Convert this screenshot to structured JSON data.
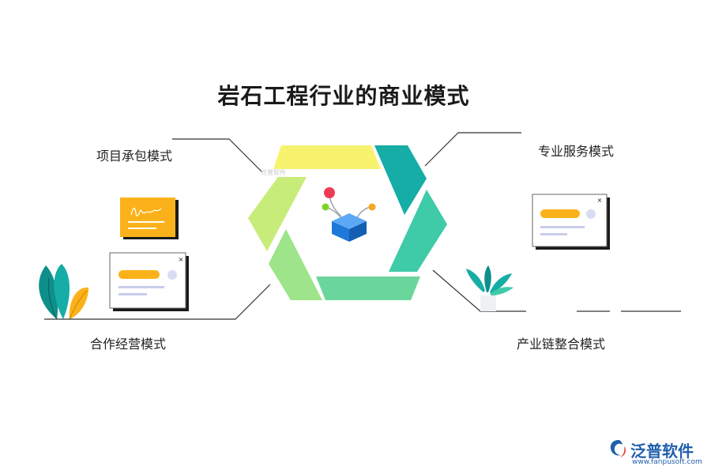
{
  "title": "岩石工程行业的商业模式",
  "labels": {
    "top_left": "项目承包模式",
    "top_right": "专业服务模式",
    "bottom_left": "合作经营模式",
    "bottom_right": "产业链整合模式"
  },
  "brand": {
    "name": "泛普软件",
    "url": "www.fanpusoft.com"
  },
  "watermark": "泛普软件",
  "colors": {
    "yellow": "#F7F36E",
    "teal_dark": "#15ADA6",
    "teal_mid": "#3FCBA7",
    "green_mid": "#6BD69B",
    "green_light": "#9DE48A",
    "yellow_green": "#C8EC79",
    "card_orange": "#FBB21A",
    "box_blue": "#1E78D8",
    "brand_blue": "#1F5FAE"
  }
}
